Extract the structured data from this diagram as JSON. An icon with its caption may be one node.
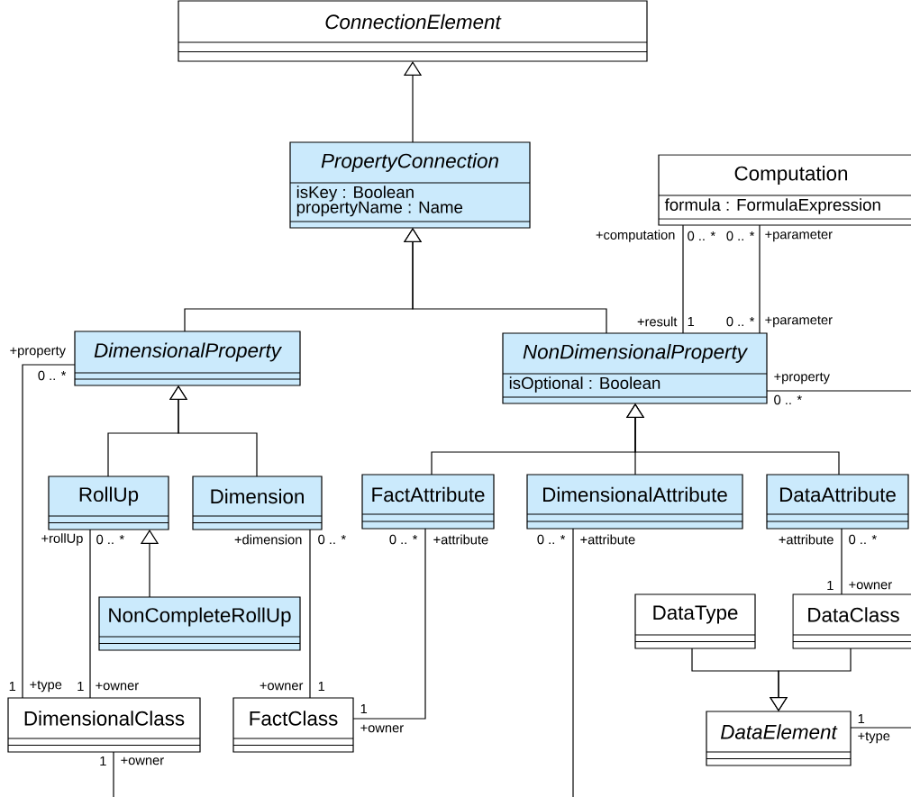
{
  "diagram": {
    "nodes": [
      {
        "text": [
          "ConnectionElement"
        ]
      },
      {
        "text": [
          "PropertyConnection",
          "isKey : Boolean",
          "propertyName : Name"
        ]
      },
      {
        "text": [
          "Computation",
          "formula : FormulaExpression"
        ]
      },
      {
        "text": [
          "DimensionalProperty"
        ]
      },
      {
        "text": [
          "NonDimensionalProperty",
          "isOptional : Boolean"
        ]
      },
      {
        "text": [
          "RollUp"
        ]
      },
      {
        "text": [
          "Dimension"
        ]
      },
      {
        "text": [
          "FactAttribute"
        ]
      },
      {
        "text": [
          "DimensionalAttribute"
        ]
      },
      {
        "text": [
          "DataAttribute"
        ]
      },
      {
        "text": [
          "NonCompleteRollUp"
        ]
      },
      {
        "text": [
          "DataType"
        ]
      },
      {
        "text": [
          "DataClass"
        ]
      },
      {
        "text": [
          "DimensionalClass"
        ]
      },
      {
        "text": [
          "FactClass"
        ]
      },
      {
        "text": [
          "DataElement"
        ]
      }
    ],
    "edges": [
      {
        "from": 1,
        "to": 0,
        "arrow": "to"
      },
      {
        "from": 3,
        "to": 1,
        "arrow": "to"
      },
      {
        "from": 4,
        "to": 1,
        "arrow": "to"
      },
      {
        "from": 5,
        "to": 3,
        "arrow": "to"
      },
      {
        "from": 6,
        "to": 3,
        "arrow": "to"
      },
      {
        "from": 10,
        "to": 5,
        "arrow": "to"
      },
      {
        "from": 7,
        "to": 4,
        "arrow": "to"
      },
      {
        "from": 8,
        "to": 4,
        "arrow": "to"
      },
      {
        "from": 9,
        "to": 4,
        "arrow": "to"
      },
      {
        "from": 11,
        "to": 15,
        "arrow": "to"
      },
      {
        "from": 12,
        "to": 15,
        "arrow": "to"
      },
      {
        "from": 3,
        "to": 13,
        "arrow": "none"
      },
      {
        "from": 5,
        "to": 13,
        "arrow": "none"
      },
      {
        "from": 6,
        "to": 14,
        "arrow": "none"
      },
      {
        "from": 7,
        "to": 14,
        "arrow": "none"
      },
      {
        "from": 8,
        "to": null,
        "arrow": "none"
      },
      {
        "from": 9,
        "to": 12,
        "arrow": "none"
      },
      {
        "from": 13,
        "to": null,
        "arrow": "none"
      },
      {
        "from": 4,
        "to": null,
        "arrow": "none"
      },
      {
        "from": 15,
        "to": null,
        "arrow": "none"
      },
      {
        "from": 2,
        "to": 4,
        "arrow": "none"
      },
      {
        "from": 2,
        "to": 4,
        "arrow": "none"
      }
    ],
    "labels": [
      "+computation",
      "0 .. *",
      "0 .. *",
      "+parameter",
      "+result",
      "1",
      "0 .. *",
      "+parameter",
      "+property",
      "0 .. *",
      "+property",
      "0 .. *",
      "+rollUp",
      "0 .. *",
      "+dimension",
      "0 .. *",
      "0 .. *",
      "+attribute",
      "0 .. *",
      "+attribute",
      "+attribute",
      "0 .. *",
      "1",
      "+owner",
      "1",
      "+type",
      "1",
      "+owner",
      "+owner",
      "1",
      "1",
      "1",
      "+owner",
      "+type",
      "1",
      "+owner"
    ]
  }
}
